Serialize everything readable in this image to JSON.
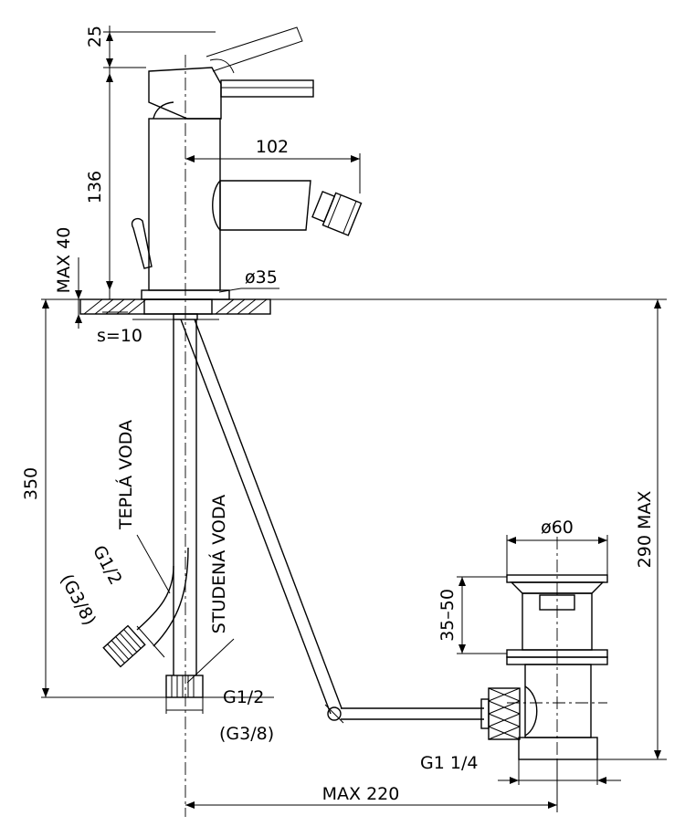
{
  "dimensions": {
    "lever_angle": "25",
    "body_height": "136",
    "spout_reach": "102",
    "max_deck_thickness": "MAX 40",
    "flange_diameter": "ø35",
    "sheet_thickness": "s=10",
    "hose_length": "350",
    "waste_height": "290 MAX",
    "plug_diameter": "ø60",
    "plug_range": "35–50",
    "inlet_thread": "G1/2",
    "inlet_thread_alt": "(G3/8)",
    "hose_thread": "G1/2",
    "hose_thread_alt": "(G3/8)",
    "waste_thread": "G1  1/4",
    "max_reach": "MAX 220"
  },
  "labels": {
    "hot_water": "TEPLÁ VODA",
    "cold_water": "STUDENÁ VODA"
  },
  "colors": {
    "line": "#000000",
    "background": "#ffffff"
  }
}
